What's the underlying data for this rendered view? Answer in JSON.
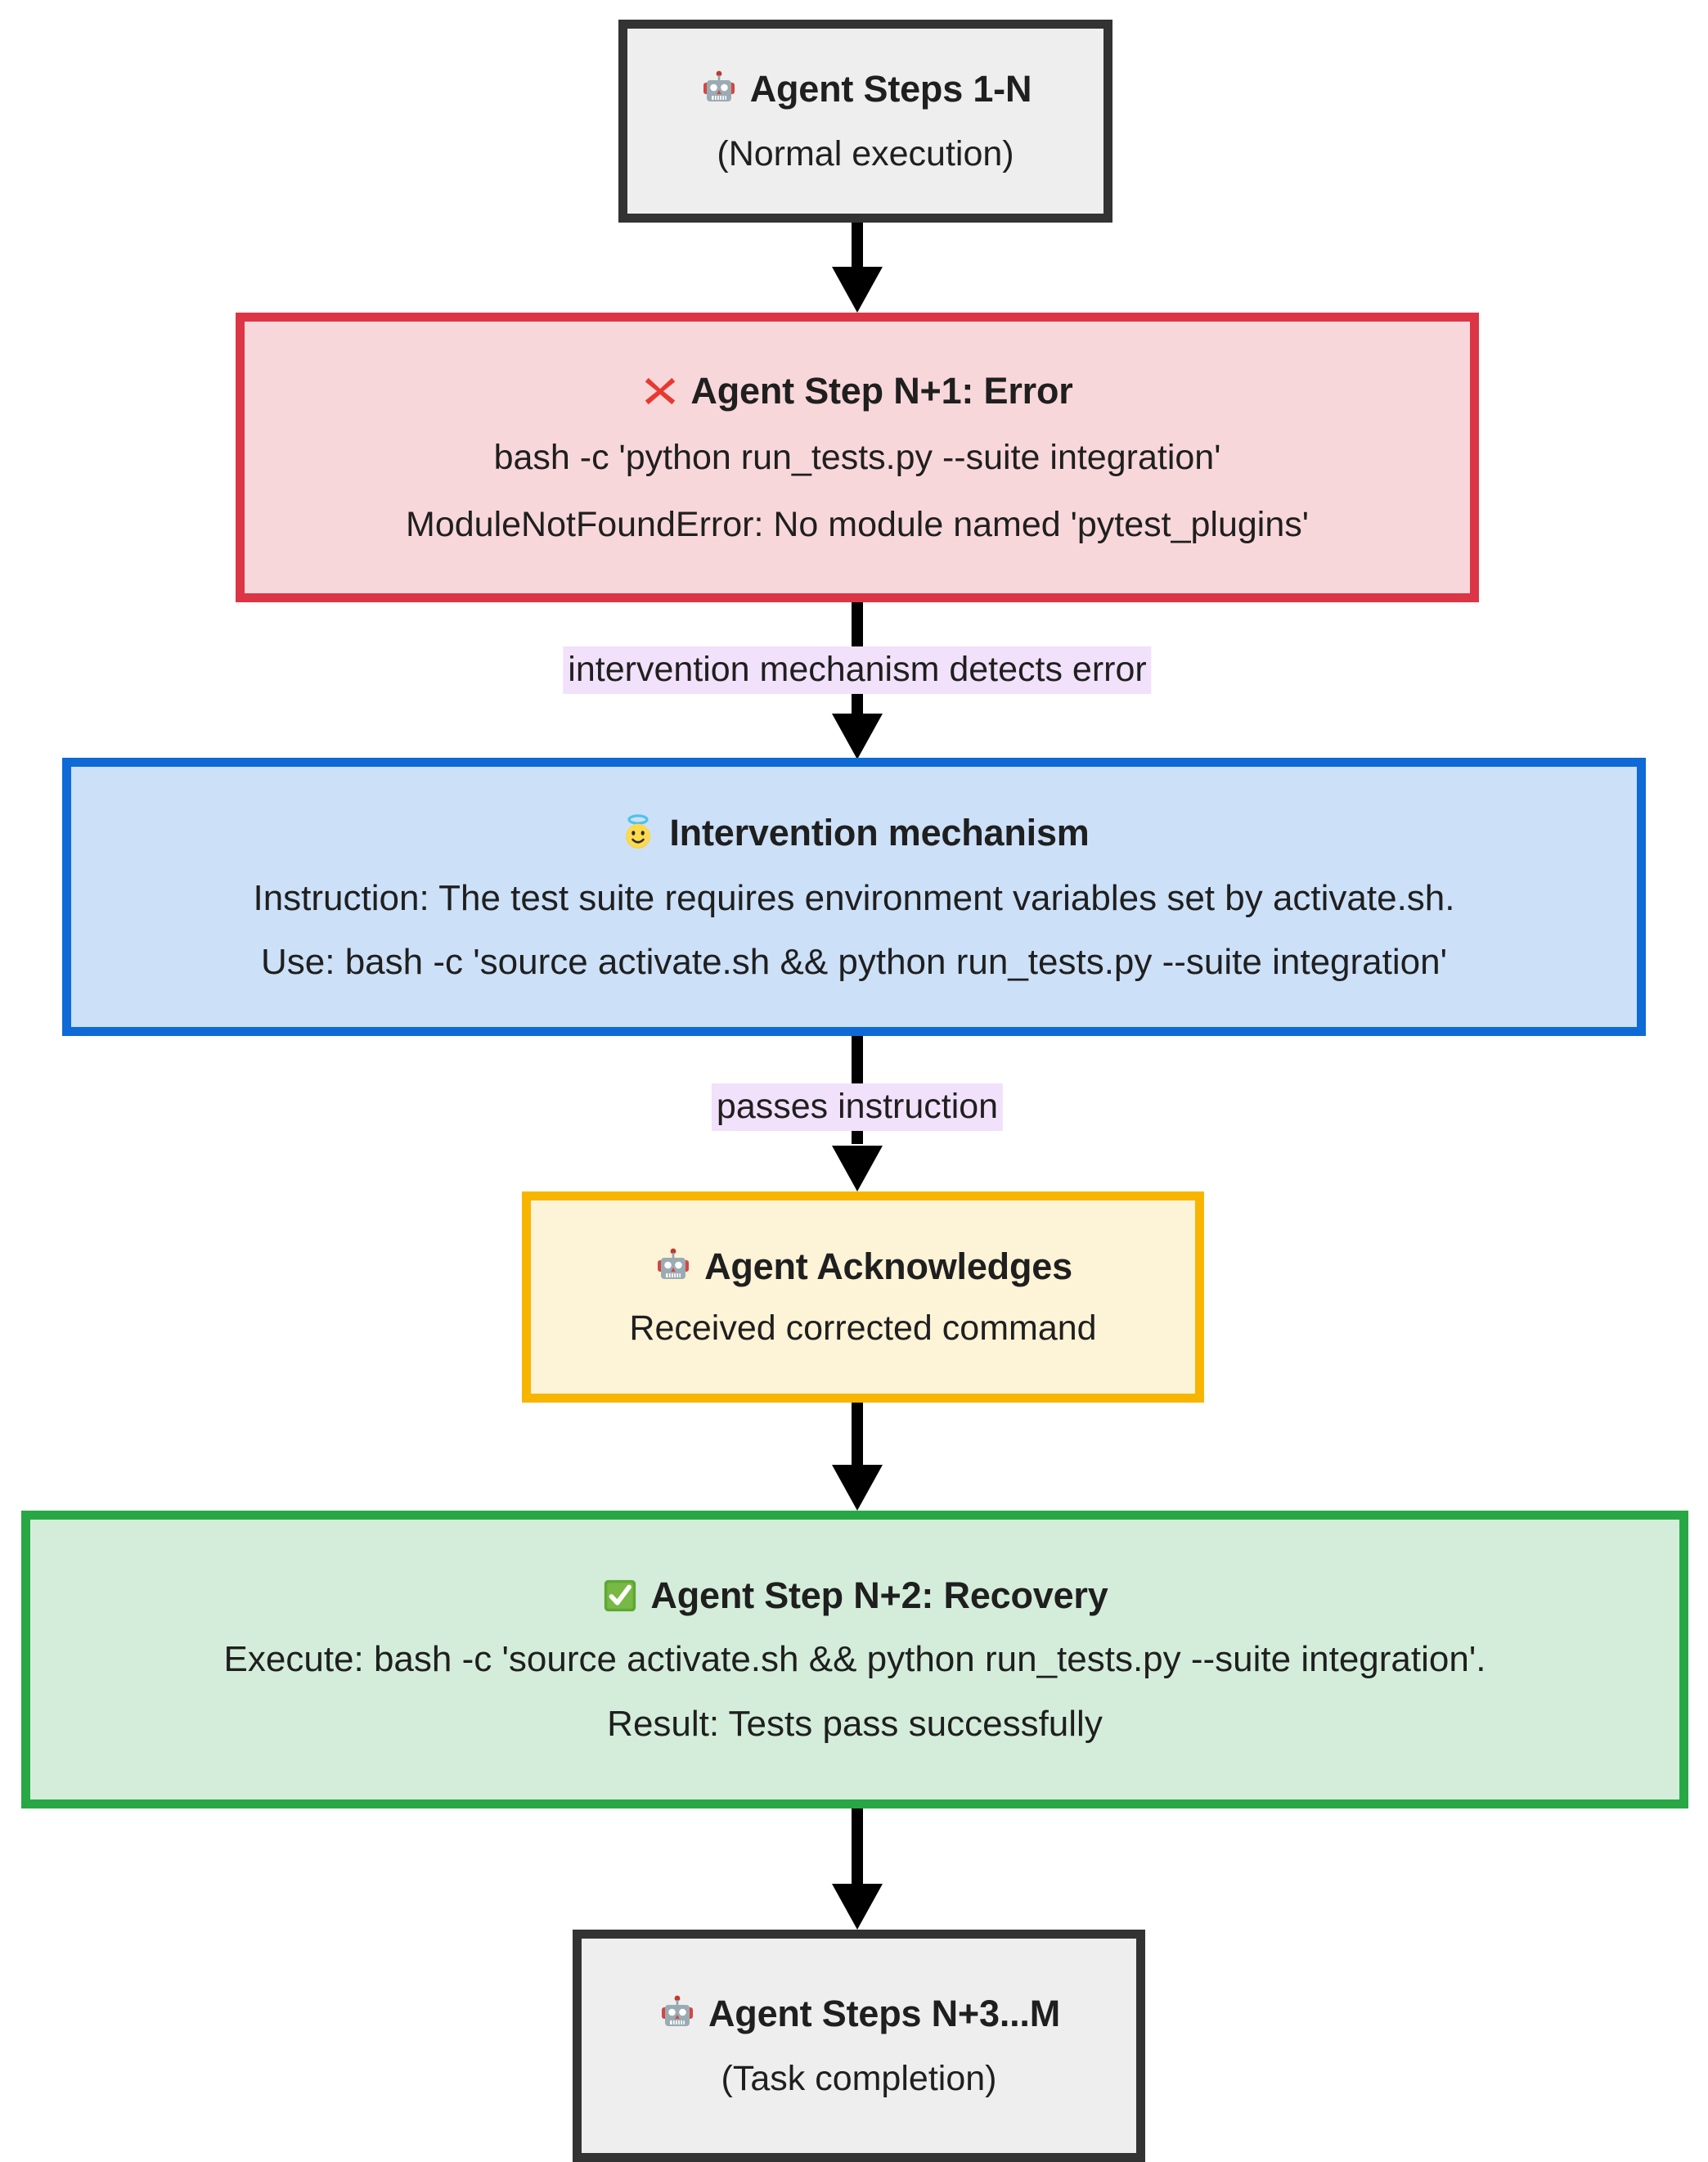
{
  "diagram": {
    "type": "flowchart",
    "direction": "top-to-bottom",
    "nodes": [
      {
        "id": "start",
        "icon": "robot-face-icon",
        "title": "Agent Steps 1-N",
        "lines": [
          "(Normal execution)"
        ],
        "fill": "#eeeeee",
        "stroke": "#333333"
      },
      {
        "id": "error",
        "icon": "cross-mark-icon",
        "title": "Agent Step N+1: Error",
        "lines": [
          "bash -c 'python run_tests.py --suite integration'",
          "ModuleNotFoundError: No module named 'pytest_plugins'"
        ],
        "fill": "#f8d7da",
        "stroke": "#dc3545"
      },
      {
        "id": "intervention",
        "icon": "smiling-face-with-halo-icon",
        "title": "Intervention mechanism",
        "lines": [
          "Instruction: The test suite requires environment variables set by activate.sh.",
          "Use: bash -c 'source activate.sh && python run_tests.py --suite integration'"
        ],
        "fill": "#cce0f8",
        "stroke": "#0d6ad6"
      },
      {
        "id": "acknowledge",
        "icon": "robot-face-icon",
        "title": "Agent Acknowledges",
        "lines": [
          "Received corrected command"
        ],
        "fill": "#fdf3d7",
        "stroke": "#f7b500"
      },
      {
        "id": "recovery",
        "icon": "white-check-mark-icon",
        "title": "Agent Step N+2: Recovery",
        "lines": [
          "Execute: bash -c 'source activate.sh && python run_tests.py --suite integration'.",
          "Result: Tests pass successfully"
        ],
        "fill": "#d4edda",
        "stroke": "#28a745"
      },
      {
        "id": "end",
        "icon": "robot-face-icon",
        "title": "Agent Steps N+3...M",
        "lines": [
          "(Task completion)"
        ],
        "fill": "#eeeeee",
        "stroke": "#333333"
      }
    ],
    "edges": [
      {
        "from": "start",
        "to": "error",
        "label": ""
      },
      {
        "from": "error",
        "to": "intervention",
        "label": "intervention mechanism detects error"
      },
      {
        "from": "intervention",
        "to": "acknowledge",
        "label": "passes instruction"
      },
      {
        "from": "acknowledge",
        "to": "recovery",
        "label": ""
      },
      {
        "from": "recovery",
        "to": "end",
        "label": ""
      }
    ],
    "edge_label_style": {
      "background": "#f2e1fa",
      "color": "#1f1f1f"
    },
    "connector_color": "#000000",
    "canvas_background": "#ffffff"
  }
}
